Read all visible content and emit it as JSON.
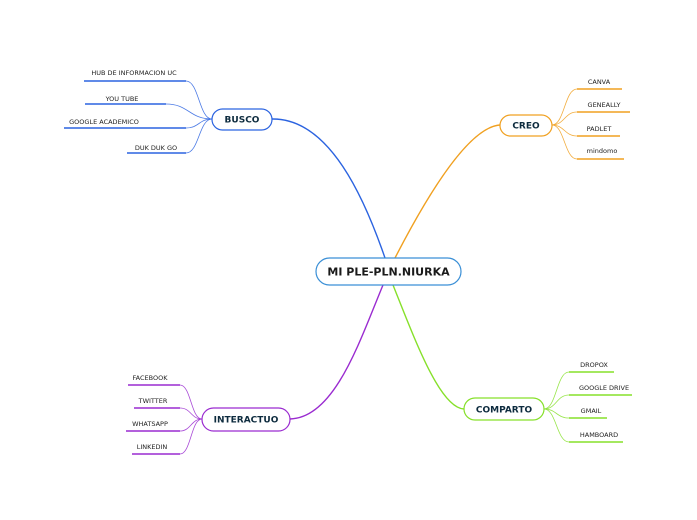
{
  "central": {
    "label": "MI PLE-PLN.NIURKA",
    "border_color": "#3a8fd6"
  },
  "branches": [
    {
      "id": "busco",
      "label": "BUSCO",
      "side": "left",
      "color": "#2b63e0",
      "leaves": [
        "HUB DE INFORMACION UC",
        "YOU TUBE",
        "GOOGLE ACADEMICO",
        "DUK DUK GO"
      ]
    },
    {
      "id": "creo",
      "label": "CREO",
      "side": "right",
      "color": "#f0a020",
      "leaves": [
        "CANVA",
        "GENEALLY",
        "PADLET",
        "mindomo"
      ]
    },
    {
      "id": "interactuo",
      "label": "INTERACTUO",
      "side": "left",
      "color": "#9a2bd0",
      "leaves": [
        "FACEBOOK",
        "TWITTER",
        "WHATSAPP",
        "LINKEDIN"
      ]
    },
    {
      "id": "comparto",
      "label": "COMPARTO",
      "side": "right",
      "color": "#86e02a",
      "leaves": [
        "DROPOX",
        "GOOGLE DRIVE",
        "GMAIL",
        "HAMBOARD"
      ]
    }
  ]
}
